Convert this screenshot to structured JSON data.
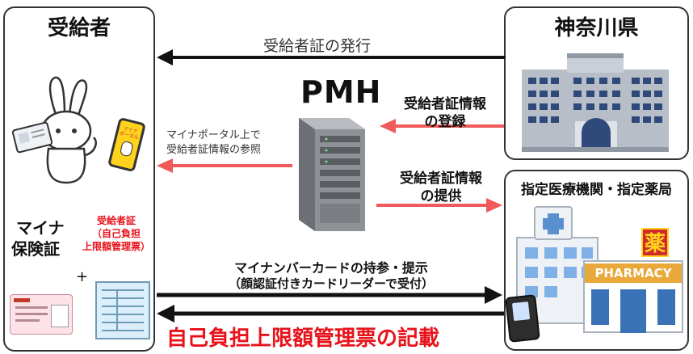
{
  "recipient": {
    "title": "受給者"
  },
  "kanagawa": {
    "title": "神奈川県"
  },
  "institution": {
    "title": "指定医療機関・指定薬局"
  },
  "pmh": {
    "label": "PMH"
  },
  "issue_label": "受給者証の発行",
  "register_label": {
    "line1": "受給者証情報",
    "line2": "の登録"
  },
  "portal_label": {
    "line1": "マイナポータル上で",
    "line2": "受給者証情報の参照"
  },
  "provide_label": {
    "line1": "受給者証情報",
    "line2": "の提供"
  },
  "mynacard_label": {
    "line1": "マイナ",
    "line2": "保険証"
  },
  "cert_label": {
    "line1": "受給者証",
    "line2": "（自己負担",
    "line3": "上限額管理票）"
  },
  "plus_sign": "+",
  "bring_label": {
    "line1": "マイナンバーカードの持参・提示",
    "line2": "（顔認証付きカードリーダーで受付）"
  },
  "record_label": "自己負担上限額管理票の記載",
  "smartphone_text": {
    "line1": "マイナ",
    "line2": "ポータル"
  },
  "pharmacy": {
    "sign": "PHARMACY",
    "kanji": "薬"
  },
  "colors": {
    "red_arrow": "#f05a5a",
    "red_text": "#e8121a",
    "black": "#111111"
  },
  "icons": [
    "rabbit-mascot-icon",
    "smartphone-icon",
    "server-icon",
    "office-building-icon",
    "hospital-icon",
    "pharmacy-icon",
    "card-reader-icon",
    "insurance-card-icon",
    "certificate-form-icon"
  ]
}
